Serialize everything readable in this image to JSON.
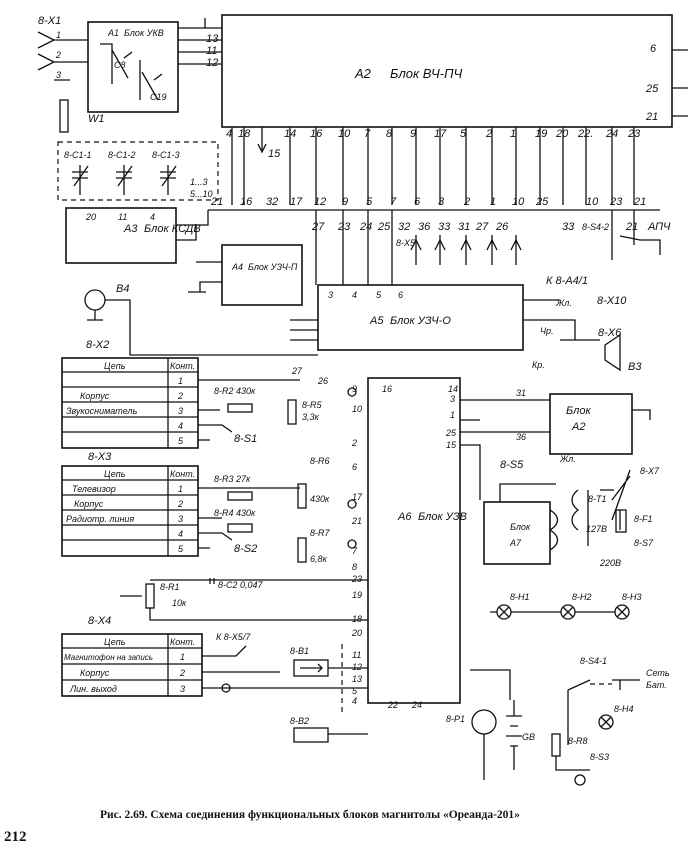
{
  "figure": {
    "caption": "Рис. 2.69. Схема соединения функциональных блоков магнитолы «Ореанда-201»",
    "page_number": "212"
  },
  "blocks": {
    "a1": {
      "ref": "А1",
      "name": "Блок УКВ",
      "caps": [
        "С8",
        "С19"
      ]
    },
    "a2": {
      "ref": "А2",
      "name": "Блок ВЧ-ПЧ"
    },
    "a3": {
      "ref": "А3",
      "name": "Блок КСДВ"
    },
    "a4": {
      "ref": "А4",
      "name": "Блок УЗЧ-П"
    },
    "a5": {
      "ref": "А5",
      "name": "Блок УЗЧ-О"
    },
    "a6": {
      "ref": "А6",
      "name": "Блок УЗВ"
    },
    "a7": {
      "title": "Блок",
      "ref": "А7"
    },
    "a2_small": {
      "title": "Блок",
      "ref": "А2"
    }
  },
  "connectors": {
    "x1": {
      "ref": "8-Х1"
    },
    "x2": {
      "ref": "8-Х2",
      "col_circuit": "Цепь",
      "col_contact": "Конт.",
      "rows": [
        {
          "circuit": "",
          "contact": "1"
        },
        {
          "circuit": "Корпус",
          "contact": "2"
        },
        {
          "circuit": "Звукосниматель",
          "contact": "3"
        },
        {
          "circuit": "",
          "contact": "4"
        },
        {
          "circuit": "",
          "contact": "5"
        }
      ]
    },
    "x3": {
      "ref": "8-Х3",
      "col_circuit": "Цепь",
      "col_contact": "Конт.",
      "rows": [
        {
          "circuit": "Телевизор",
          "contact": "1"
        },
        {
          "circuit": "Корпус",
          "contact": "2"
        },
        {
          "circuit": "Радиотр. линия",
          "contact": "3"
        },
        {
          "circuit": "",
          "contact": "4"
        },
        {
          "circuit": "",
          "contact": "5"
        }
      ]
    },
    "x4": {
      "ref": "8-Х4",
      "col_circuit": "Цепь",
      "col_contact": "Конт.",
      "rows": [
        {
          "circuit": "Магнитофон на запись",
          "contact": "1"
        },
        {
          "circuit": "Корпус",
          "contact": "2"
        },
        {
          "circuit": "Лин. выход",
          "contact": "3"
        }
      ]
    },
    "x5_note": "К 8-Х5/7",
    "x5": "8-Х5",
    "x6": "8-Х6",
    "x7": "8-Х7",
    "x10": "8-Х10",
    "a4_note": "К 8-А4/1"
  },
  "components": {
    "r2": "8-R2 430к",
    "r3": "8-R3 27к",
    "r4": "8-R4 430к",
    "r5": [
      "8-R5",
      "3,3к"
    ],
    "r6": [
      "8-R6",
      "430к"
    ],
    "r7": [
      "8-R7",
      "6,8к"
    ],
    "r1": [
      "8-R1",
      "10к"
    ],
    "r8": "8-R8",
    "c2": "8-С2 0,047",
    "c1_labels": [
      "8-С1-1",
      "8-С1-2",
      "8-С1-3"
    ],
    "c1_note": [
      "1...3",
      "5...10"
    ],
    "s1": "8-S1",
    "s2": "8-S2",
    "s3": "8-S3",
    "s4_1": "8-S4-1",
    "s4_2": "8-S4-2",
    "s5": "8-S5",
    "s7": "8-S7",
    "t1": "8-Т1",
    "f1": "8-F1",
    "h1": "8-Н1",
    "h2": "8-Н2",
    "h3": "8-Н3",
    "h4": "8-Н4",
    "b1": "8-В1",
    "b2": "8-В2",
    "b3": "В3",
    "b4": "В4",
    "p1": "8-Р1",
    "gb": "GB",
    "w1": "W1",
    "apch": "АПЧ",
    "net": "Сеть",
    "bat": "Бат.",
    "zhl": "Жл.",
    "kr": "Кр.",
    "chr": "Чр.",
    "v127": "127В",
    "v220": "220В"
  },
  "pins": {
    "a2_top": [
      "13",
      "11",
      "12"
    ],
    "a2_bottom": [
      "4",
      "18",
      "14",
      "16",
      "10",
      "7",
      "8",
      "9",
      "17",
      "5",
      "2",
      "1",
      "19",
      "20",
      "22.",
      "24",
      "23"
    ],
    "a2_right": [
      "6",
      "25",
      "21"
    ],
    "pin15": "15",
    "bus1": [
      "21",
      "16",
      "32",
      "17",
      "12",
      "9",
      "5",
      "7",
      "6",
      "3",
      "2",
      "1",
      "10",
      "25",
      "10",
      "23",
      "21"
    ],
    "bus2": [
      "27",
      "23",
      "24",
      "25",
      "32",
      "36",
      "33",
      "31",
      "27",
      "26",
      "33",
      "21"
    ],
    "a3_pins": [
      "20",
      "11",
      "4"
    ],
    "a5_top": [
      "3",
      "4",
      "5",
      "6"
    ],
    "a6_left": [
      "9",
      "16",
      "10",
      "2",
      "6",
      "17",
      "21",
      "7",
      "8",
      "23",
      "19",
      "18",
      "20",
      "11",
      "12",
      "13",
      "5",
      "4",
      "22",
      "24"
    ],
    "a6_right": [
      "14",
      "3",
      "1",
      "25",
      "15",
      "31",
      "36"
    ]
  }
}
